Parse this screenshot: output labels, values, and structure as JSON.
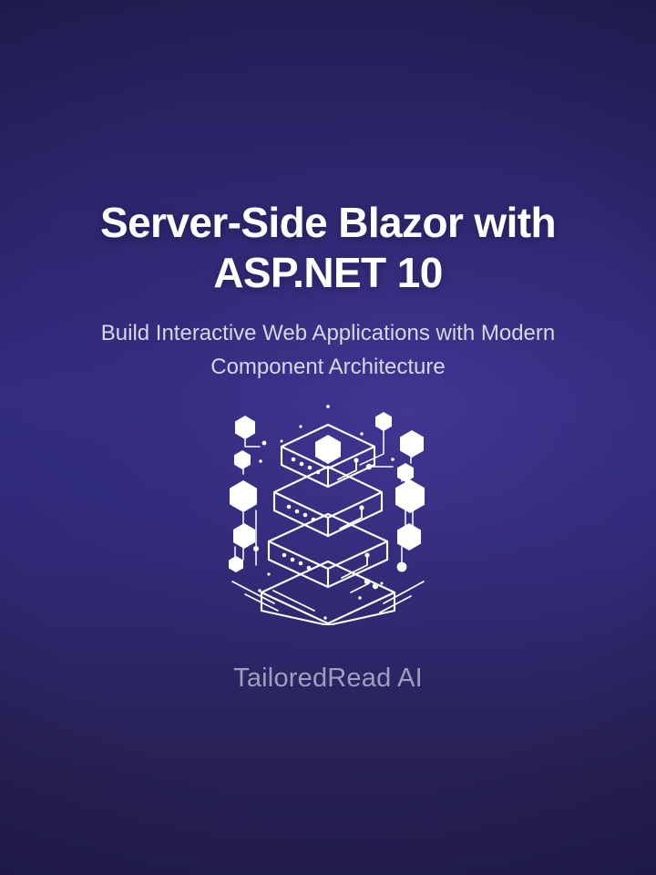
{
  "cover": {
    "title": "Server-Side Blazor with ASP.NET 10",
    "title_line_1": "Server-Side Blazor with",
    "title_line_2": "ASP.NET 10",
    "subtitle": "Build Interactive Web Applications with Modern Component Architecture",
    "subtitle_line_1": "Build Interactive Web Applications with Modern",
    "subtitle_line_2": "Component Architecture",
    "brand": "TailoredRead AI",
    "illustration_name": "isometric-server-stack",
    "colors": {
      "background_dark": "#241f57",
      "background_mid": "#332c80",
      "background_bottom": "#221d4e",
      "title_text": "#ffffff",
      "subtitle_text": "#d5d8e9",
      "brand_text": "#9aa0bd",
      "illustration_line": "#ffffff"
    }
  }
}
